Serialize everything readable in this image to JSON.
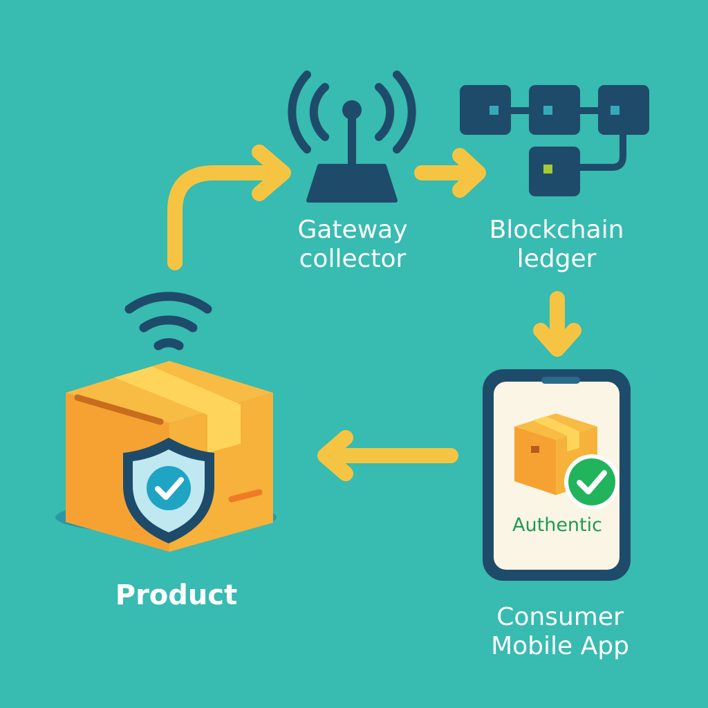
{
  "nodes": {
    "gateway": {
      "line1": "Gateway",
      "line2": "collector",
      "icon": "antenna-router-icon"
    },
    "blockchain": {
      "line1": "Blockchain",
      "line2": "ledger",
      "icon": "blockchain-blocks-icon"
    },
    "product": {
      "label": "Product",
      "icon": "shielded-box-icon"
    },
    "consumer": {
      "line1": "Consumer",
      "line2": "Mobile App",
      "icon": "smartphone-icon",
      "screen_badge": "Authentic"
    }
  },
  "colors": {
    "background": "#38bbb0",
    "arrow": "#f6c443",
    "navy": "#1f4b6a",
    "box_orange": "#f6a233",
    "check_green": "#22b35d",
    "label_text": "#ffffff"
  }
}
